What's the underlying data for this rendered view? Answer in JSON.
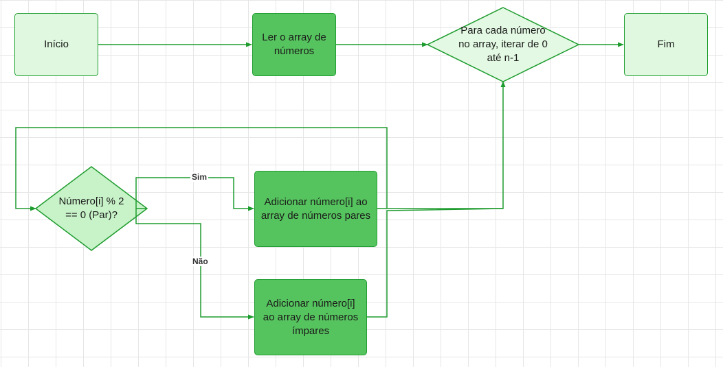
{
  "nodes": {
    "start": "Início",
    "read_array": "Ler o array de números",
    "loop": "Para cada número no array, iterar de 0 até n-1",
    "end": "Fim",
    "condition": "Número[i] % 2 == 0 (Par)?",
    "add_even": "Adicionar número[i] ao array de números pares",
    "add_odd": "Adicionar número[i] ao array de números ímpares"
  },
  "edges": {
    "yes_label": "Sim",
    "no_label": "Não"
  },
  "colors": {
    "light_fill": "#dff8df",
    "dark_fill": "#56c45e",
    "diamond_light_fill": "#e3f9e3",
    "diamond_mid_fill": "#c8f2c8",
    "stroke": "#1e9c2e"
  }
}
